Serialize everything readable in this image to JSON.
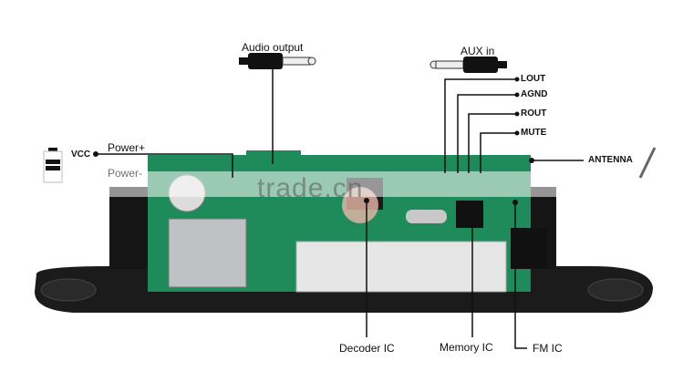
{
  "labels": {
    "audio_output": "Audio output",
    "aux_in": "AUX in",
    "lout": "LOUT",
    "agnd": "AGND",
    "rout": "ROUT",
    "mute": "MUTE",
    "antenna": "ANTENNA",
    "vcc": "VCC",
    "power_plus": "Power+",
    "power_minus": "Power-",
    "decoder_ic": "Decoder IC",
    "memory_ic": "Memory IC",
    "fm_ic": "FM IC"
  },
  "watermark": "trade.cn",
  "colors": {
    "pcb": "#1f8a5a",
    "bezel": "#1b1b1b",
    "line": "#111111"
  }
}
